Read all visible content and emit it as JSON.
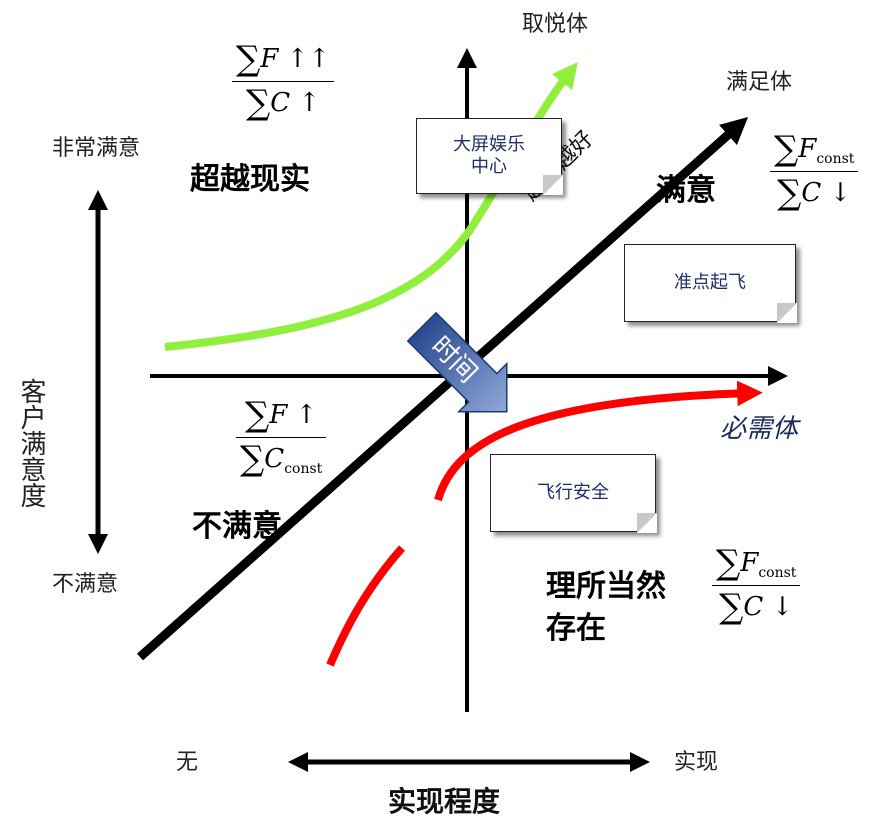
{
  "axes": {
    "y_axis_title": "客户满意度",
    "y_top": "非常满意",
    "y_bottom": "不满意",
    "x_axis_title": "实现程度",
    "x_left": "无",
    "x_right": "实现"
  },
  "curves": {
    "attractive": {
      "label": "取悦体",
      "color": "#8fef3c"
    },
    "performance": {
      "label": "满足体",
      "color": "#000000"
    },
    "must_be": {
      "label": "必需体",
      "color": "#ff0000"
    }
  },
  "regions": {
    "exceed": "超越现实",
    "satisfied": "满意",
    "more_better": "越多越好",
    "dissatisfied": "不满意",
    "taken_for_granted_1": "理所当然",
    "taken_for_granted_2": "存在"
  },
  "time_arrow": {
    "label": "时间",
    "color": "#3f5fa6"
  },
  "notes": {
    "entertainment_1": "大屏娱乐",
    "entertainment_2": "中心",
    "on_time": "准点起飞",
    "safety": "飞行安全"
  },
  "formulas": {
    "attractive": {
      "num_sym": "∑",
      "num_var": "F",
      "num_arrow": "↑↑",
      "den_sym": "∑",
      "den_var": "C",
      "den_arrow": "↑"
    },
    "performance": {
      "num_sym": "∑",
      "num_var": "F",
      "num_sub": "const",
      "den_sym": "∑",
      "den_var": "C",
      "den_arrow": "↓"
    },
    "center": {
      "num_sym": "∑",
      "num_var": "F",
      "num_arrow": "↑",
      "den_sym": "∑",
      "den_var": "C",
      "den_sub": "const"
    },
    "must_be": {
      "num_sym": "∑",
      "num_var": "F",
      "num_sub": "const",
      "den_sym": "∑",
      "den_var": "C",
      "den_arrow": "↓"
    }
  }
}
